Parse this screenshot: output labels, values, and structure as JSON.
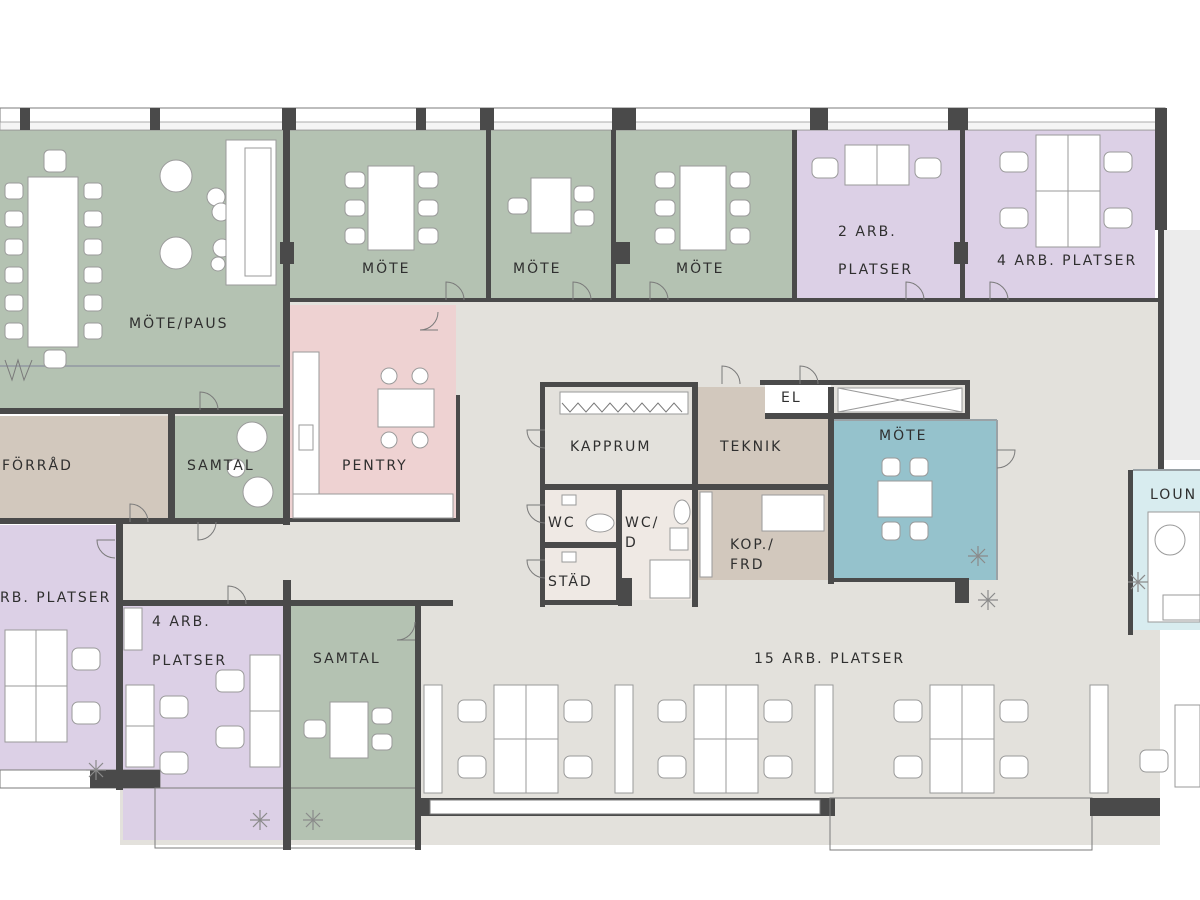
{
  "plan": {
    "rooms": {
      "mote_paus": "MÖTE/PAUS",
      "mote_1": "MÖTE",
      "mote_2": "MÖTE",
      "mote_3": "MÖTE",
      "arb2_line1": "2 ARB.",
      "arb2_line2": "PLATSER",
      "arb4_top": "4 ARB. PLATSER",
      "forrad": "FÖRRÅD",
      "samtal_1": "SAMTAL",
      "pentry": "PENTRY",
      "kapprum": "KAPPRUM",
      "teknik": "TEKNIK",
      "el": "EL",
      "mote_blue": "MÖTE",
      "wc": "WC",
      "wc_d_line1": "WC/",
      "wc_d_line2": "D",
      "stad": "STÄD",
      "kop_line1": "KOP./",
      "kop_line2": "FRD",
      "lounge": "LOUN",
      "arb_left": "RB. PLATSER",
      "arb4_mid_line1": "4 ARB.",
      "arb4_mid_line2": "PLATSER",
      "samtal_2": "SAMTAL",
      "arb15": "15 ARB. PLATSER"
    },
    "colors": {
      "meeting_green": "#b4c2b2",
      "workspace_purple": "#dcd0e6",
      "pentry_pink": "#eed2d2",
      "storage_brown": "#d2c8bd",
      "open_floor": "#e3e1dc",
      "meeting_blue": "#95c2cc",
      "lounge_blue": "#d8ecef",
      "wall": "#4a4a4a",
      "wc_floor": "#efe9e4"
    }
  }
}
